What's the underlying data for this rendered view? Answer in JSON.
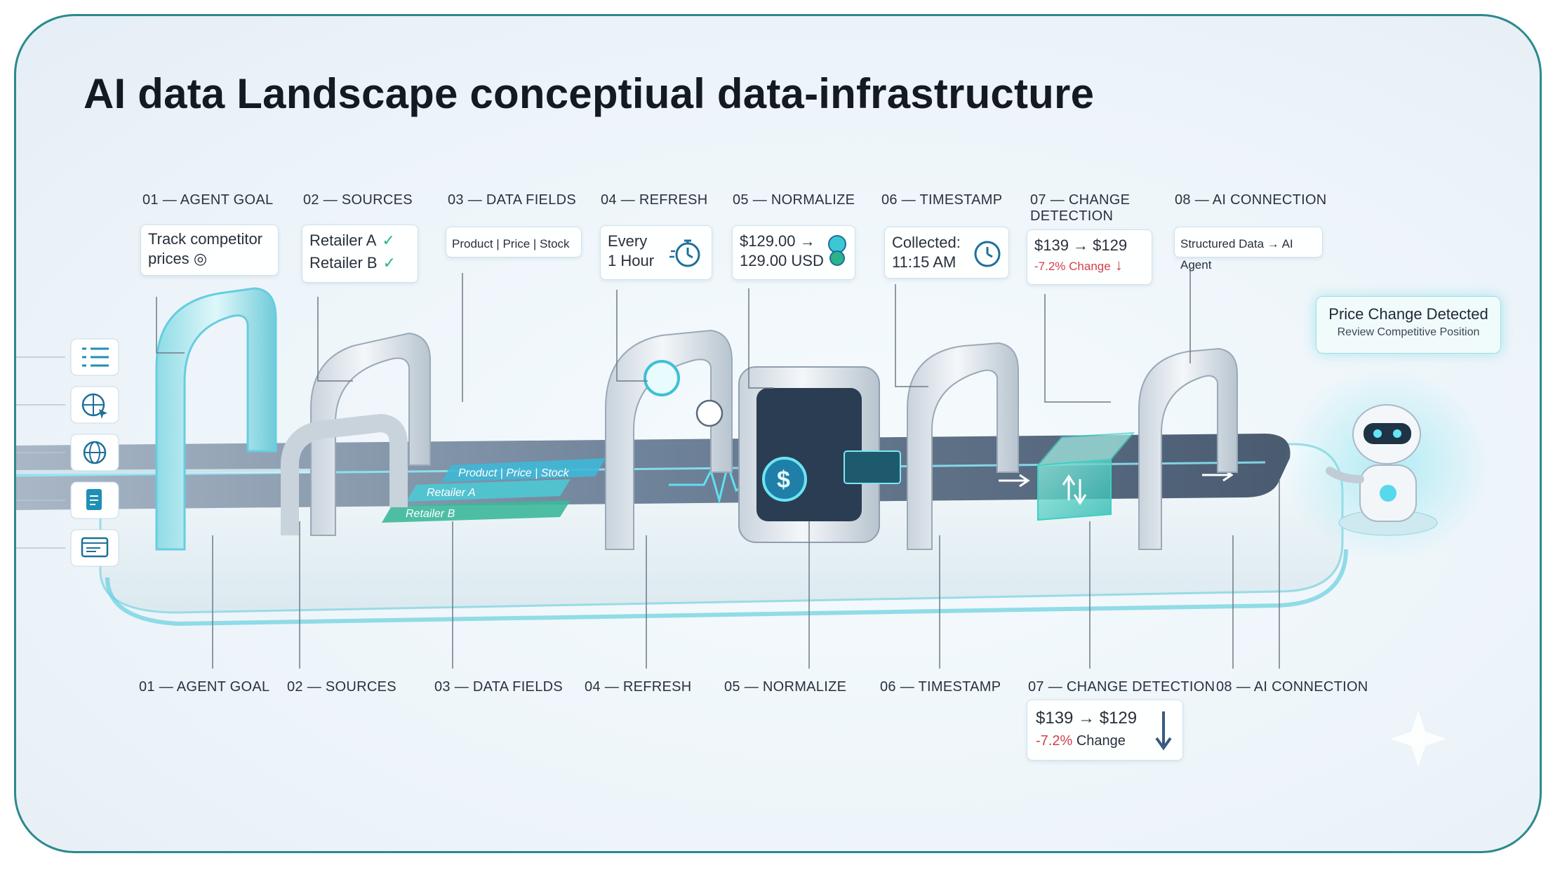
{
  "title": "AI data Landscape conceptiual data-infrastructure",
  "top_labels": {
    "s1": "01 — AGENT GOAL",
    "s2": "02 — SOURCES",
    "s3": "03 — DATA FIELDS",
    "s4": "04 — REFRESH",
    "s5": "05 — NORMALIZE",
    "s6": "06 — TIMESTAMP",
    "s7a": "07 — CHANGE",
    "s7b": "DETECTION",
    "s8": "08 — AI CONNECTION"
  },
  "bottom_labels": {
    "s1": "01 — AGENT GOAL",
    "s2": "02 — SOURCES",
    "s3": "03 — DATA FIELDS",
    "s4": "04 — REFRESH",
    "s5": "05 — NORMALIZE",
    "s6": "06 — TIMESTAMP",
    "s7": "07 — CHANGE DETECTION",
    "s8": "08 — AI CONNECTION"
  },
  "cards": {
    "goal_line1": "Track competitor",
    "goal_line2": "prices",
    "source_a": "Retailer A",
    "source_b": "Retailer B",
    "fields": "Product | Price | Stock",
    "refresh_line1": "Every",
    "refresh_line2": "1 Hour",
    "normalize_from": "$129.00 →",
    "normalize_to": "129.00 USD",
    "timestamp_line1": "Collected:",
    "timestamp_line2": "11:15 AM",
    "change_prices": "$139 → $129",
    "change_pct": "-7.2% Change",
    "connection": "Structured Data → AI Agent"
  },
  "notice": {
    "title": "Price Change Detected",
    "subtitle": "Review Competitive Position"
  },
  "belt": {
    "field_tags": "Product | Price | Stock",
    "retailer_a": "Retailer A",
    "retailer_b": "Retailer B"
  },
  "bottom_card": {
    "prices": "$139 → $129",
    "pct_value": "-7.2%",
    "pct_word": "Change"
  },
  "colors": {
    "frame": "#2a8a8e",
    "accent": "#3cc7d6",
    "check": "#2bb38a",
    "negative": "#d2404a"
  }
}
